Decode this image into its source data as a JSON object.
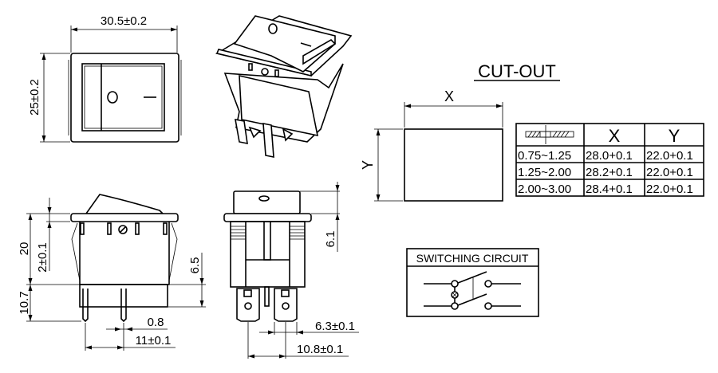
{
  "top_view": {
    "width_dim": "30.5±0.2",
    "height_dim": "25±0.2",
    "symbol_off": "O",
    "symbol_on": "I"
  },
  "side_view": {
    "dim_height": "20",
    "dim_flange": "2±0.1",
    "dim_terminal": "10.7",
    "dim_body_bottom": "6.5",
    "dim_pin_thickness": "0.8",
    "dim_pin_spacing": "11±0.1"
  },
  "front_view": {
    "dim_cap": "6.1",
    "dim_terminal_width": "6.3±0.1",
    "dim_terminal_spacing": "10.8±0.1"
  },
  "cutout": {
    "title": "CUT-OUT",
    "x_label": "X",
    "y_label": "Y",
    "table": {
      "headers": [
        "",
        "X",
        "Y"
      ],
      "rows": [
        [
          "0.75~1.25",
          "28.0+0.1",
          "22.0+0.1"
        ],
        [
          "1.25~2.00",
          "28.2+0.1",
          "22.0+0.1"
        ],
        [
          "2.00~3.00",
          "28.4+0.1",
          "22.0+0.1"
        ]
      ]
    }
  },
  "circuit": {
    "title": "SWITCHING CIRCUIT"
  }
}
